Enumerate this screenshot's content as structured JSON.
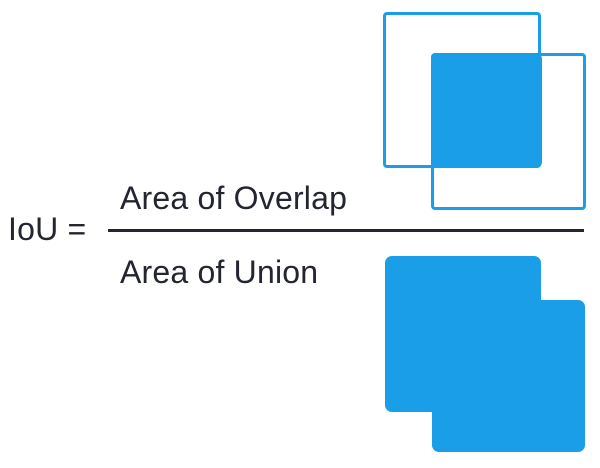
{
  "figure": {
    "formula": {
      "lhs": "IoU =",
      "numerator": "Area of Overlap",
      "denominator": "Area of Union"
    },
    "colors": {
      "accent_blue": "#1B9EE8",
      "text_dark": "#232530",
      "bg": "#FFFFFF"
    },
    "diagrams": {
      "overlap_diagram": "two-overlapping-square-outlines-with-filled-intersection",
      "union_diagram": "two-overlapping-squares-filled-union-shape"
    }
  }
}
